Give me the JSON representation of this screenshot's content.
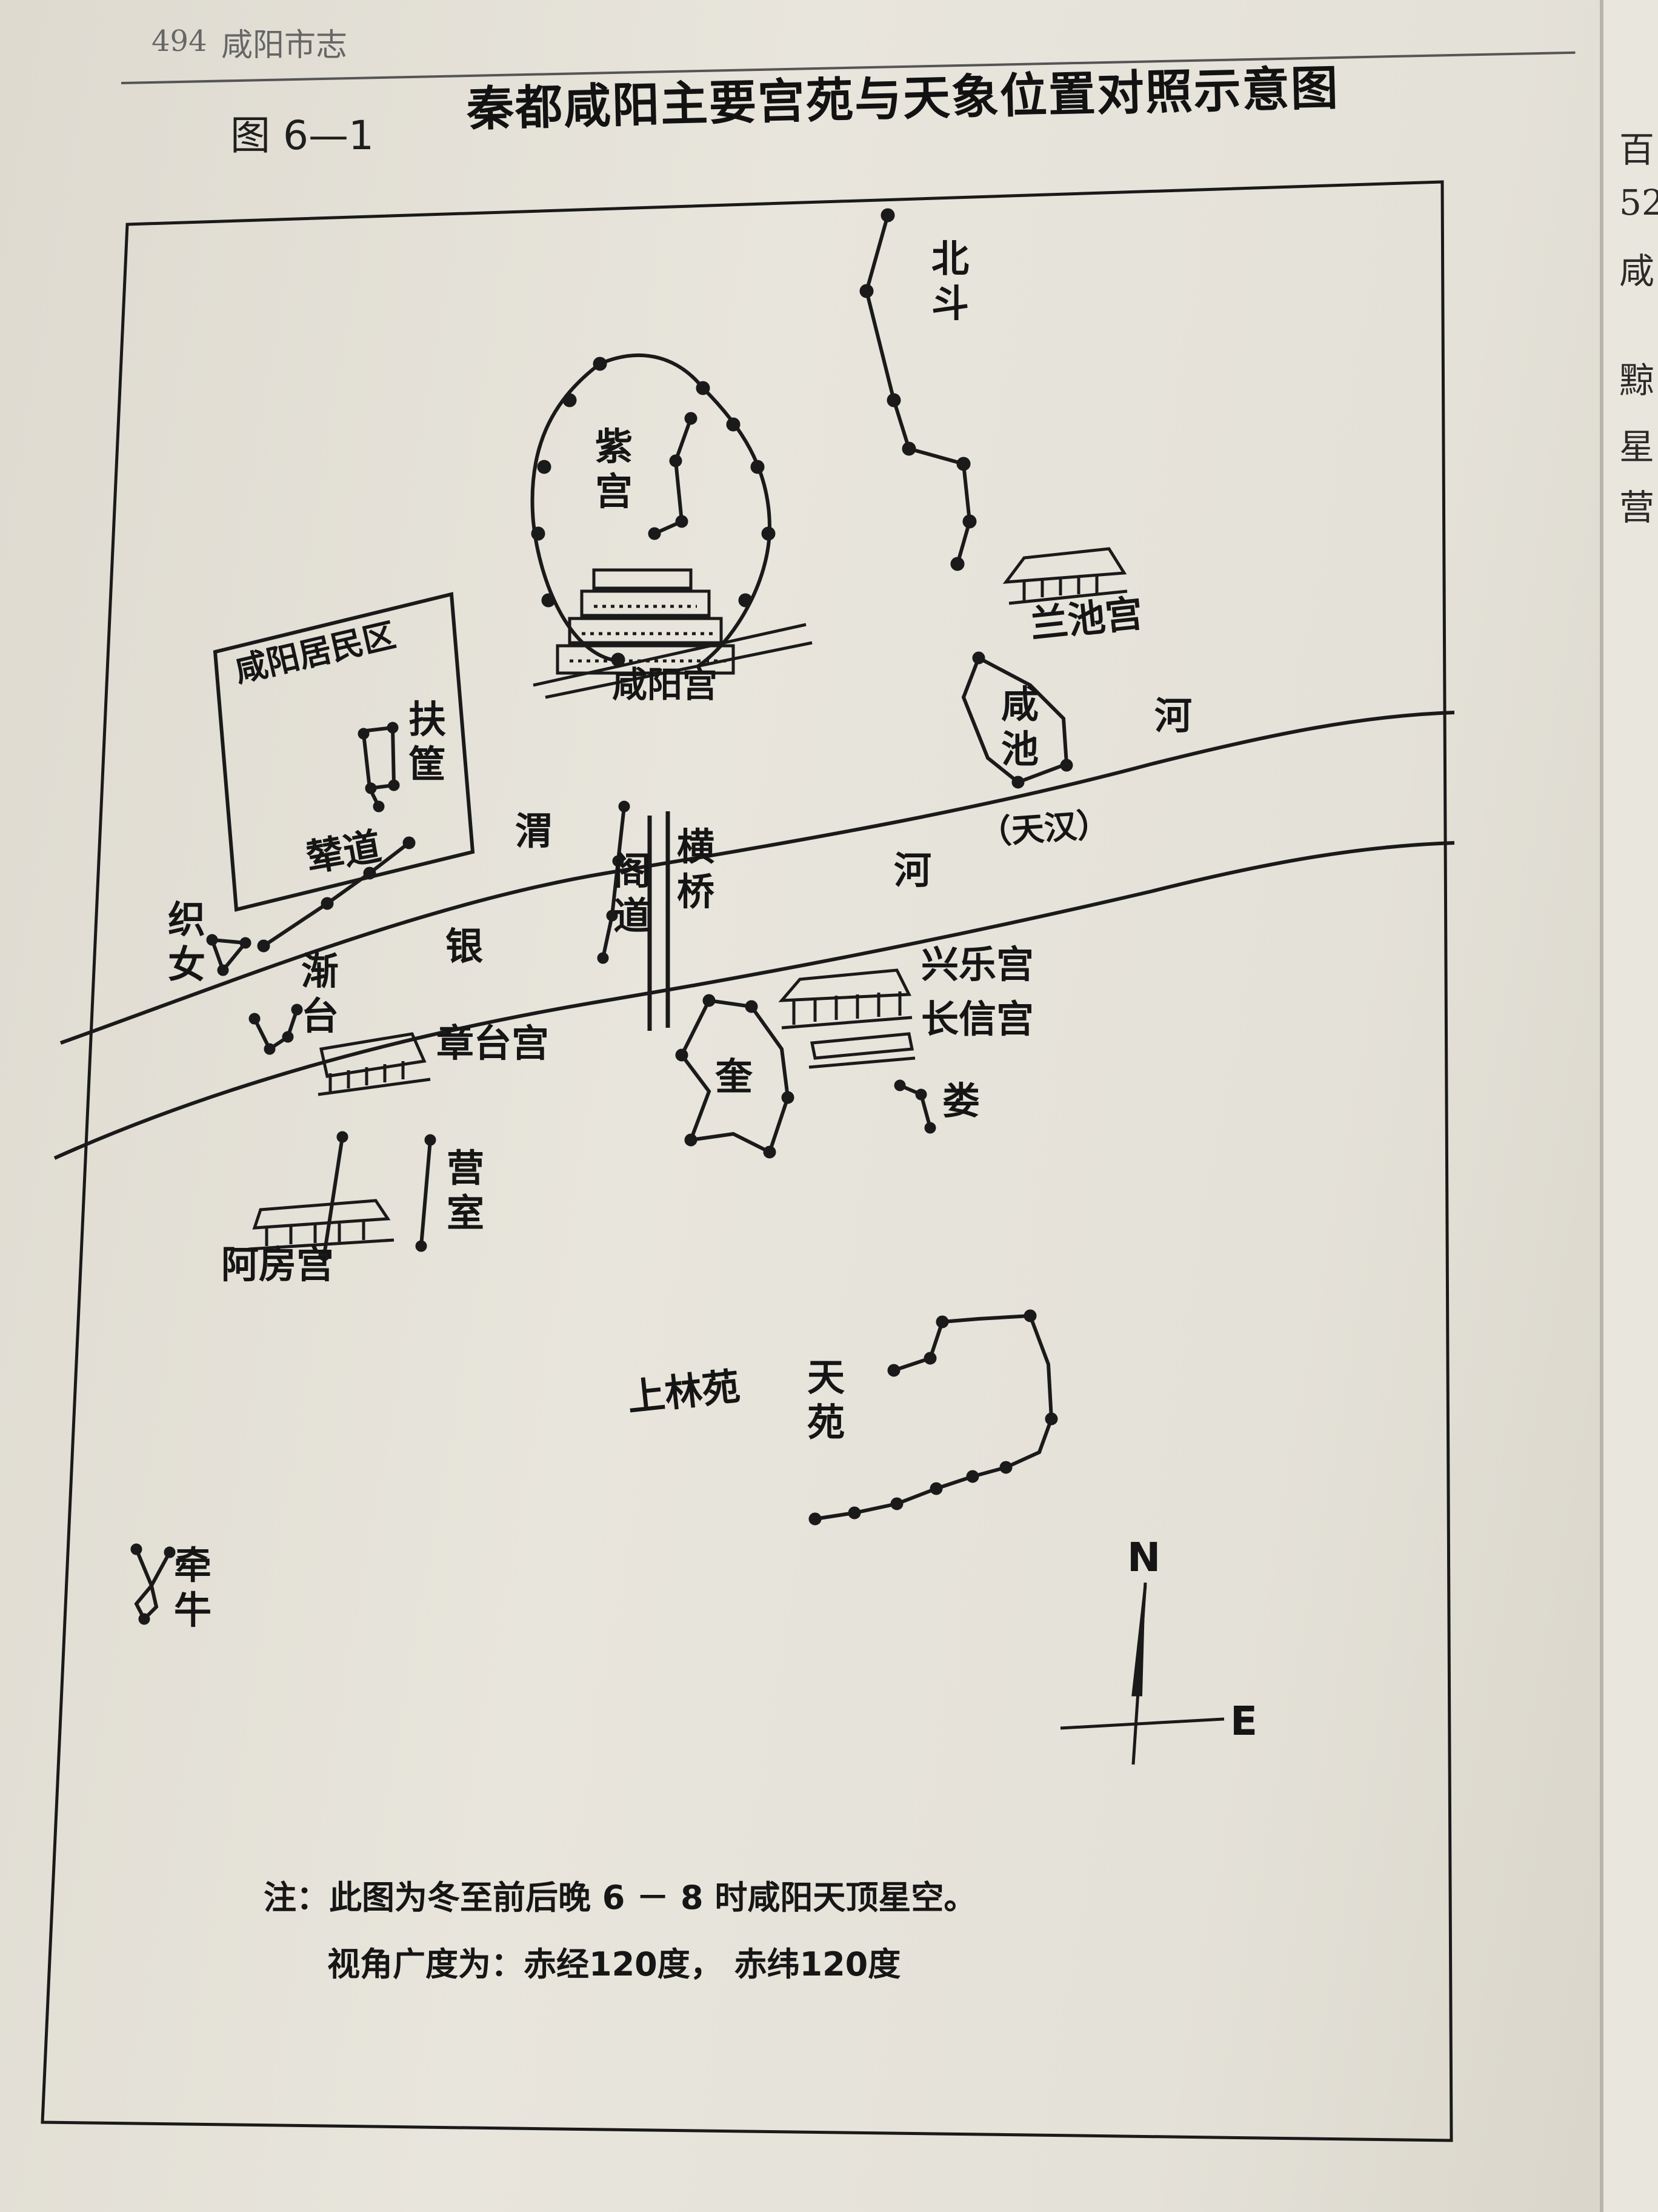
{
  "running_header": {
    "page_number": "494",
    "book_title": "咸阳市志"
  },
  "figure": {
    "number": "图 6—1",
    "title": "秦都咸阳主要宫苑与天象位置对照示意图"
  },
  "map_labels": {
    "beidou": "北斗",
    "zigong": "紫宫",
    "xianyang_palace": "咸阳宫",
    "lanchi_palace": "兰池宫",
    "xianchi": "咸池",
    "he_east": "河",
    "tianhan": "（天汉）",
    "he_mid": "河",
    "residential_area": "咸阳居民区",
    "fukuang": "扶筐",
    "niandao": "辇道",
    "weishui": "渭",
    "yin": "银",
    "gedao": "阁道",
    "hengqiao": "横桥",
    "zhinu": "织女",
    "jiantai": "渐台",
    "zhangtai_palace": "章台宫",
    "xingle_palace": "兴乐宫",
    "changxin_palace": "长信宫",
    "kui": "奎",
    "lou": "娄",
    "yingshi": "营室",
    "epang_palace": "阿房宫",
    "shanglin_garden": "上林苑",
    "tianyuan": "天苑",
    "qianniu": "牵牛"
  },
  "compass": {
    "north": "N",
    "east": "E"
  },
  "notes": {
    "line1": "注：此图为冬至前后晚 6 － 8 时咸阳天顶星空。",
    "line2": "视角广度为：赤经120度， 赤纬120度"
  },
  "right_page_glyphs": [
    "百",
    "52",
    "咸",
    "黥",
    "星",
    "营"
  ]
}
